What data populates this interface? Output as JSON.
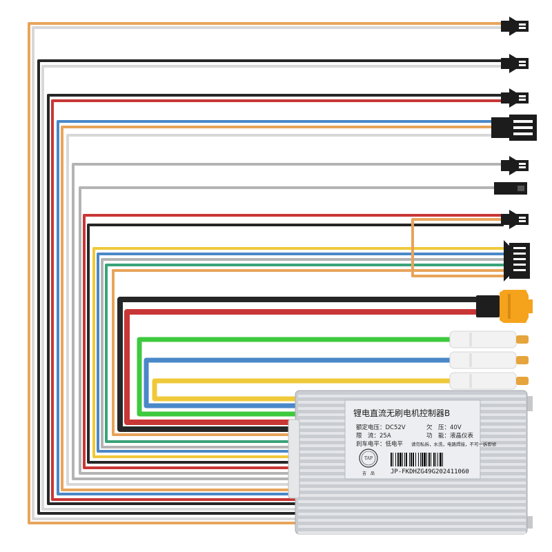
{
  "colors": {
    "orange": "#e8a45a",
    "white": "#d8d8d8",
    "black": "#262626",
    "red": "#c93636",
    "blue": "#4a88c8",
    "green": "#3aa37a",
    "yellow": "#f0c93a",
    "gray": "#b4b4b4",
    "bright_green": "#3ec93e",
    "connector_black": "#1c1c1c",
    "xt_yellow": "#f5a31c",
    "bullet_gold": "#e6a43c",
    "housing": "#d4d6da"
  },
  "wires": [
    {
      "id": "w-orange-top",
      "color": "orange"
    },
    {
      "id": "w-white-top",
      "color": "white"
    },
    {
      "id": "w-black-2",
      "color": "black"
    },
    {
      "id": "w-white-2",
      "color": "white"
    },
    {
      "id": "w-black-3",
      "color": "black"
    },
    {
      "id": "w-red-3",
      "color": "red"
    },
    {
      "id": "w-blue-4",
      "color": "blue"
    },
    {
      "id": "w-orange-4",
      "color": "orange"
    },
    {
      "id": "w-white-4",
      "color": "white"
    },
    {
      "id": "w-gray-5",
      "color": "gray"
    },
    {
      "id": "w-gray-6",
      "color": "gray"
    },
    {
      "id": "w-red-7",
      "color": "red"
    },
    {
      "id": "w-black-7",
      "color": "black"
    },
    {
      "id": "w-yellow-8",
      "color": "yellow"
    },
    {
      "id": "w-blue-8",
      "color": "blue"
    },
    {
      "id": "w-gray-8",
      "color": "gray"
    },
    {
      "id": "w-green-8",
      "color": "green"
    },
    {
      "id": "w-orange-8",
      "color": "orange"
    },
    {
      "id": "w-power-black",
      "color": "black"
    },
    {
      "id": "w-power-red",
      "color": "red"
    },
    {
      "id": "w-phase-green",
      "color": "bright_green"
    },
    {
      "id": "w-phase-blue",
      "color": "blue"
    },
    {
      "id": "w-phase-yellow",
      "color": "yellow"
    }
  ],
  "label": {
    "title": "锂电直流无刷电机控制器B",
    "rated_voltage": "额定电压：DC52V",
    "under_voltage": "欠　压：40V",
    "current_limit": "限　流：25A",
    "function": "功　能：液晶仪表",
    "brake_level": "刹车电平：低电平",
    "notes": "请勿私拆，水洗，电路焊接，不可一拆即修",
    "logo_text": "TAP",
    "logo_sub": "吉　品",
    "barcode_text": "JP-FKDHZG49G202411060"
  }
}
